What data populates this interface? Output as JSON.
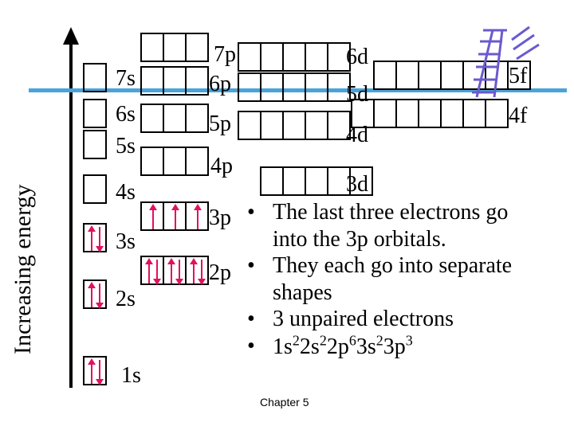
{
  "axis": {
    "label": "Increasing energy"
  },
  "colors": {
    "line": "#4aa3d9",
    "arrow": "#e0115f",
    "ladder": "#6a5acd"
  },
  "levels": {
    "s7": "7s",
    "s6": "6s",
    "s5": "5s",
    "s4": "4s",
    "s3": "3s",
    "s2": "2s",
    "s1": "1s",
    "p7": "7p",
    "p6": "6p",
    "p5": "5p",
    "p4": "4p",
    "p3": "3p",
    "p2": "2p",
    "d6": "6d",
    "d5": "5d",
    "d4": "4d",
    "d3": "3d",
    "f5": "5f",
    "f4": "4f"
  },
  "bullets": [
    "The last three electrons go into the 3p orbitals.",
    "They each go into separate shapes",
    "3 unpaired electrons"
  ],
  "config": [
    {
      "base": "1s",
      "sup": "2"
    },
    {
      "base": "2s",
      "sup": "2"
    },
    {
      "base": "2p",
      "sup": "6"
    },
    {
      "base": "3s",
      "sup": "2"
    },
    {
      "base": "3p",
      "sup": "3"
    }
  ],
  "footer": "Chapter 5"
}
